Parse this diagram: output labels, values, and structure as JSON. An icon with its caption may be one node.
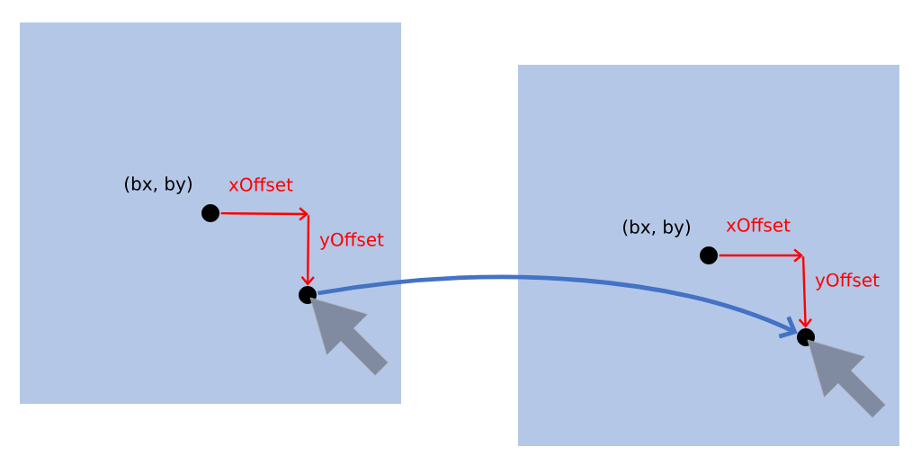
{
  "diagram": {
    "nodes": [
      {
        "text": [],
        "shape": "box"
      },
      {
        "text": [],
        "shape": "circle",
        "in": 0,
        "beside": [
          "(bx, by)"
        ]
      },
      {
        "text": [],
        "shape": "circle",
        "in": 0
      },
      {
        "text": [],
        "shape": "box"
      },
      {
        "text": [],
        "shape": "circle",
        "in": 3,
        "beside": [
          "(bx, by)"
        ]
      },
      {
        "text": [],
        "shape": "circle",
        "in": 3
      }
    ],
    "edges": [
      {
        "from": 1,
        "to": null,
        "arrow": "to",
        "label": "xOffset",
        "color": "#ff0000"
      },
      {
        "from": null,
        "to": 2,
        "arrow": "to",
        "label": "yOffset",
        "color": "#ff0000"
      },
      {
        "from": 4,
        "to": null,
        "arrow": "to",
        "label": "xOffset",
        "color": "#ff0000"
      },
      {
        "from": null,
        "to": 5,
        "arrow": "to",
        "label": "yOffset",
        "color": "#ff0000"
      },
      {
        "from": 2,
        "to": 5,
        "arrow": "to",
        "style": "thick",
        "color": "#4472c4"
      }
    ]
  }
}
